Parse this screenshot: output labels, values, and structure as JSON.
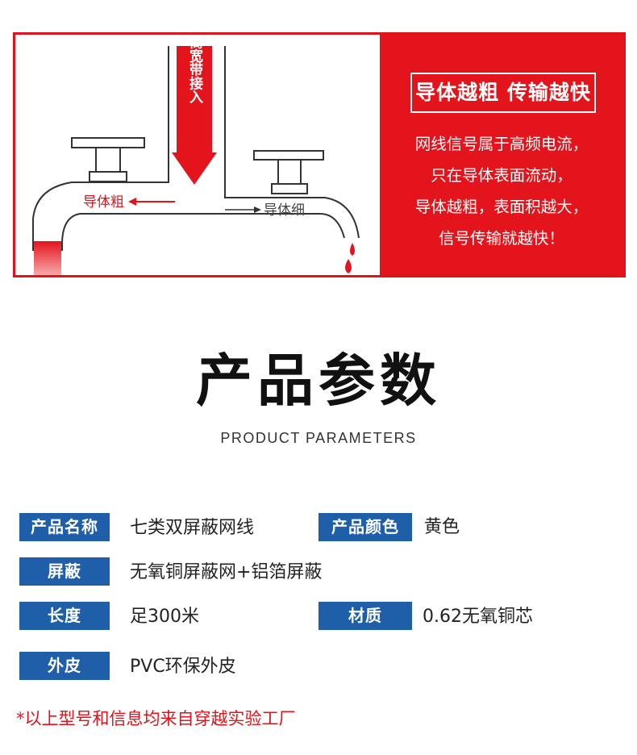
{
  "banner": {
    "diagram": {
      "arrow_label": "运营商宽带接入",
      "thick_label": "导体粗",
      "thin_label": "导体细"
    },
    "title": "导体越粗 传输越快",
    "lines": [
      "网线信号属于高频电流，",
      "只在导体表面流动，",
      "导体越粗，表面积越大，",
      "信号传输就越快！"
    ],
    "colors": {
      "red": "#e3141c",
      "blue": "#1f5ea8"
    }
  },
  "heading": {
    "title": "产品参数",
    "subtitle": "PRODUCT PARAMETERS"
  },
  "params": {
    "name_label": "产品名称",
    "name_value": "七类双屏蔽网线",
    "color_label": "产品颜色",
    "color_value": "黄色",
    "shield_label": "屏蔽",
    "shield_value": "无氧铜屏蔽网+铝箔屏蔽",
    "length_label": "长度",
    "length_value": "足300米",
    "material_label": "材质",
    "material_value": "0.62无氧铜芯",
    "jacket_label": "外皮",
    "jacket_value": "PVC环保外皮"
  },
  "footnote": "*以上型号和信息均来自穿越实验工厂"
}
